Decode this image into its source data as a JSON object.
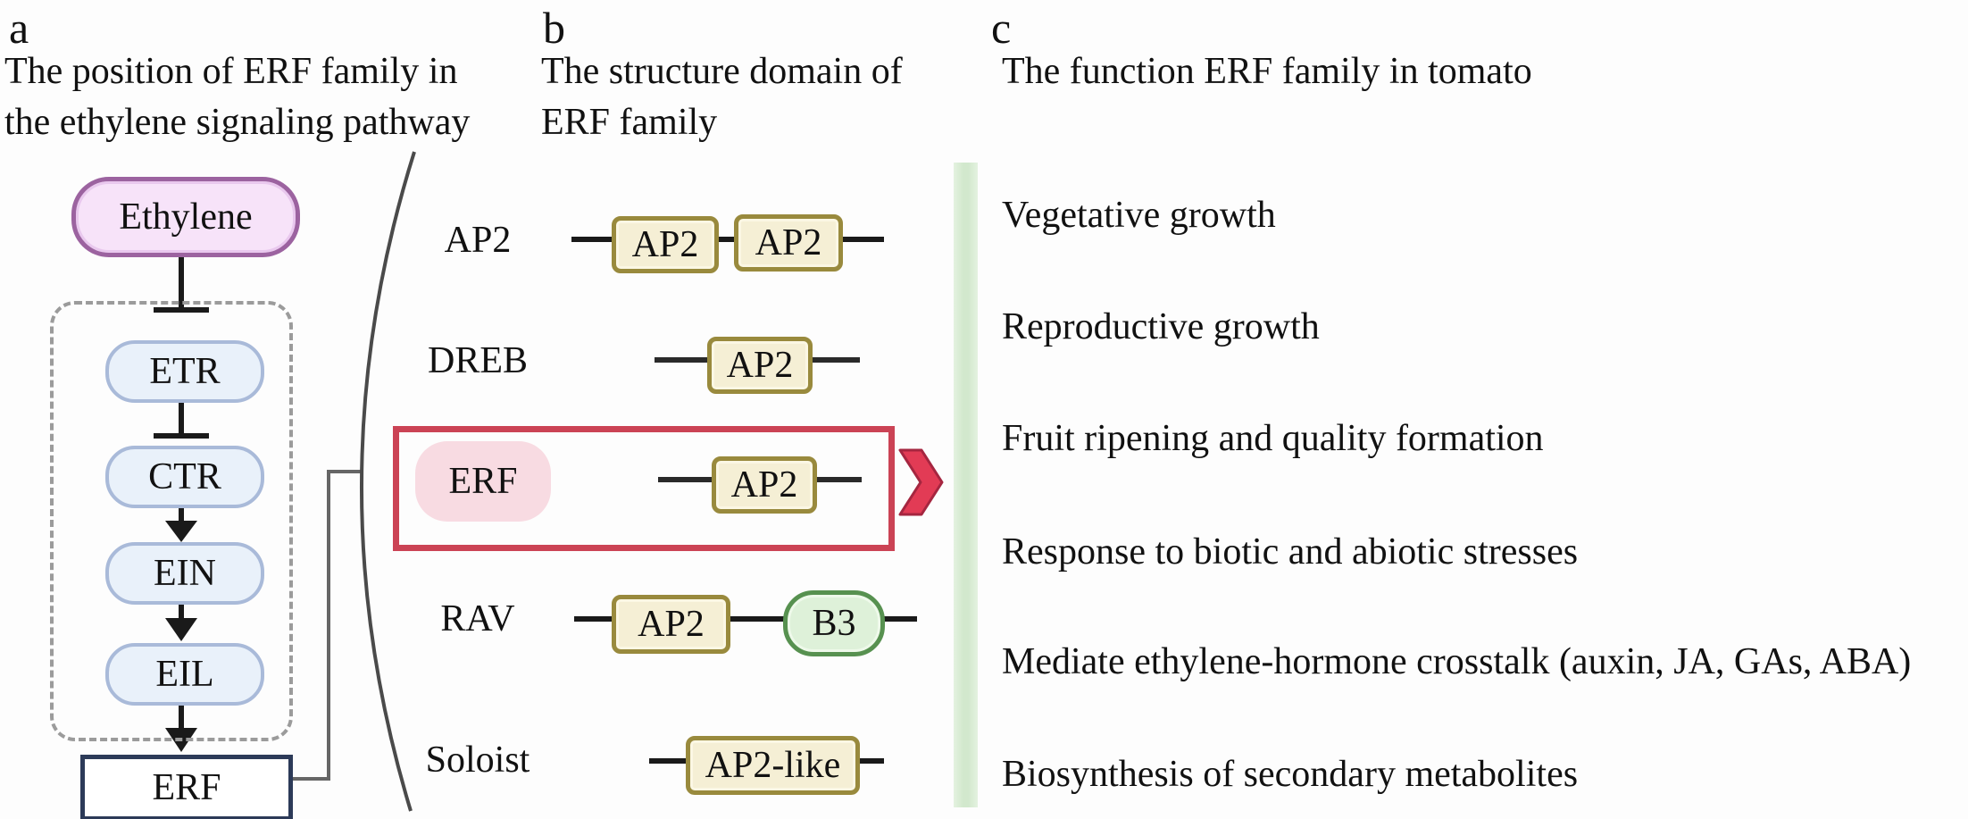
{
  "panels": {
    "a": {
      "label": "a",
      "title_line1": "The position of ERF family in",
      "title_line2": "the ethylene signaling pathway",
      "pathway": {
        "top_node": "Ethylene",
        "receptor_nodes": [
          "ETR",
          "CTR",
          "EIN",
          "EIL"
        ],
        "output_node": "ERF",
        "edge_types": [
          "inhibition",
          "inhibition",
          "activation",
          "activation",
          "activation"
        ]
      }
    },
    "b": {
      "label": "b",
      "title_line1": "The structure domain of",
      "title_line2": "ERF family",
      "rows": [
        {
          "name": "AP2",
          "domains": [
            "AP2",
            "AP2"
          ],
          "highlighted": false
        },
        {
          "name": "DREB",
          "domains": [
            "AP2"
          ],
          "highlighted": false
        },
        {
          "name": "ERF",
          "domains": [
            "AP2"
          ],
          "highlighted": true
        },
        {
          "name": "RAV",
          "domains": [
            "AP2",
            "B3"
          ],
          "highlighted": false
        },
        {
          "name": "Soloist",
          "domains": [
            "AP2-like"
          ],
          "highlighted": false
        }
      ]
    },
    "c": {
      "label": "c",
      "title": "The function ERF family in tomato",
      "items": [
        "Vegetative growth",
        "Reproductive growth",
        "Fruit ripening and quality formation",
        "Response to biotic and abiotic stresses",
        "Mediate ethylene-hormone crosstalk (auxin, JA, GAs, ABA)",
        "Biosynthesis of secondary metabolites"
      ]
    }
  },
  "colors": {
    "ethylene_fill": "#f7e3f9",
    "ethylene_border": "#9c63a0",
    "receptor_fill": "#e9f1fa",
    "receptor_border": "#a9bad9",
    "erf_box_border": "#2c3a58",
    "domain_fill": "#f5efd5",
    "domain_border": "#998a3d",
    "b3_fill": "#def1d9",
    "b3_border": "#579150",
    "highlight_frame": "#cb4355",
    "highlight_blob": "#f8dbe2",
    "chevron": "#e23b55",
    "green_bar": "#d2e8cd"
  }
}
